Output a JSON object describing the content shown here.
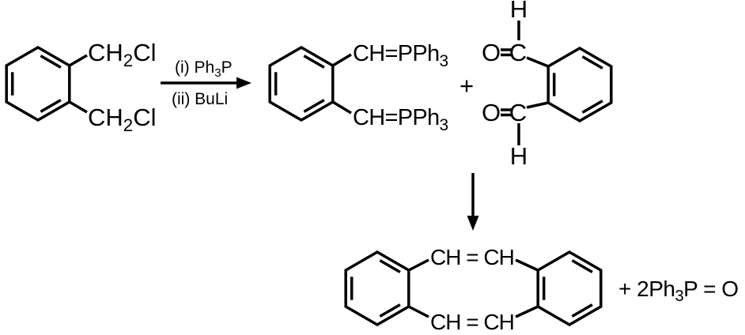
{
  "colors": {
    "ink": "#000000",
    "background": "#ffffff"
  },
  "scheme": {
    "reactant": {
      "substituent_top": {
        "pre": "CH",
        "sub": "2",
        "post": "Cl"
      },
      "substituent_bottom": {
        "pre": "CH",
        "sub": "2",
        "post": "Cl"
      }
    },
    "conditions": {
      "step1": {
        "pre": "(i) Ph",
        "sub": "3",
        "post": "P"
      },
      "step2": "(ii) BuLi"
    },
    "bis_ylide": {
      "substituent_top": {
        "pre": "CH=PPh",
        "sub": "3"
      },
      "substituent_bottom": {
        "pre": "CH=PPh",
        "sub": "3"
      }
    },
    "plus": "+",
    "dialdehyde": {
      "h_top": "H",
      "o_top": "O",
      "c_top": "C",
      "o_bottom": "O",
      "c_bottom": "C",
      "h_bottom": "H"
    },
    "product": {
      "bridge_top": "CH = CH",
      "bridge_bottom": "CH = CH"
    },
    "byproduct": {
      "pre": "+ 2Ph",
      "sub": "3",
      "post": "P = O"
    }
  }
}
